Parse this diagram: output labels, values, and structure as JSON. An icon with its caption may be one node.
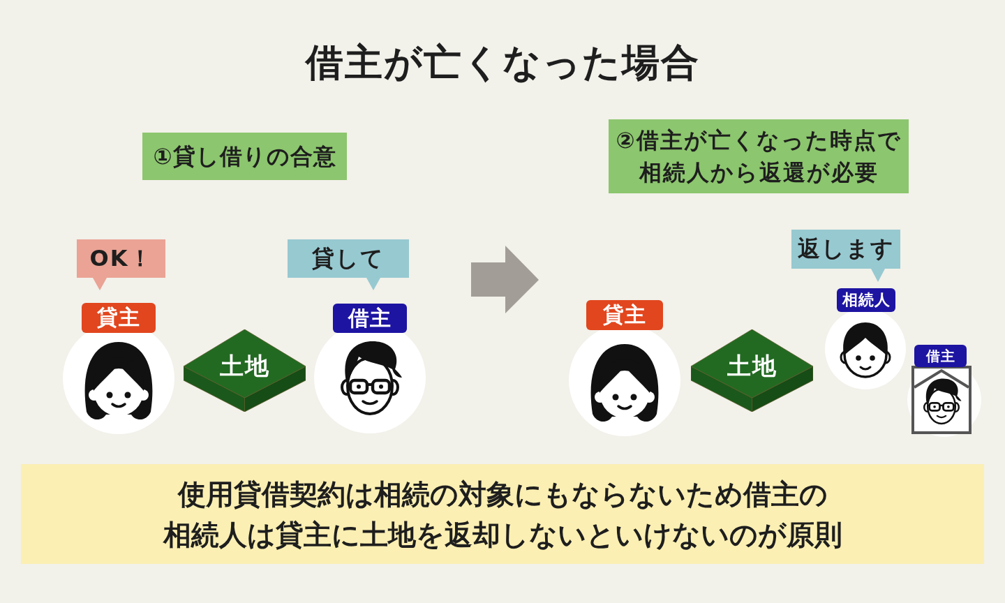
{
  "diagram": {
    "title": "借主が亡くなった場合",
    "nodes": [
      {
        "text": [
          "①貸し借りの合意"
        ]
      },
      {
        "text": [
          "OK！"
        ]
      },
      {
        "text": [
          "貸して"
        ]
      },
      {
        "text": [
          "貸主"
        ]
      },
      {
        "text": [
          "借主"
        ]
      },
      {
        "text": [
          "土地"
        ]
      },
      {
        "text": [
          "②借主が亡くなった時点で相続人から返還が必要"
        ]
      },
      {
        "text": [
          "返します"
        ]
      },
      {
        "text": [
          "貸主"
        ]
      },
      {
        "text": [
          "相続人"
        ]
      },
      {
        "text": [
          "土地"
        ]
      },
      {
        "text": [
          "借主"
        ]
      },
      {
        "text": [
          "使用貸借契約は相続の対象にもならないため借主の相続人は貸主に土地を返却しないといけないのが原則"
        ]
      }
    ]
  }
}
